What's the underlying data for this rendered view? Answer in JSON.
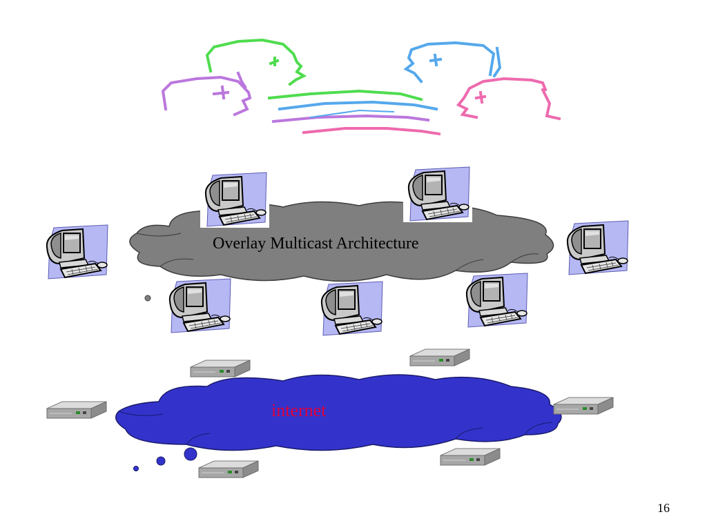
{
  "slide": {
    "overlay_cloud_label": "Overlay Multicast Architecture",
    "internet_cloud_label": "internet",
    "page_number": "16"
  },
  "colors": {
    "overlay_cloud": "#7f7f7f",
    "internet_cloud": "#3333cc",
    "internet_text": "#e0003a",
    "computer_backdrop": "#b6b8f4",
    "router_body": "#a7a7a7"
  },
  "icons": {
    "computer": "desktop-computer-icon",
    "router": "router-icon",
    "people": "conversing-people-sketch"
  }
}
